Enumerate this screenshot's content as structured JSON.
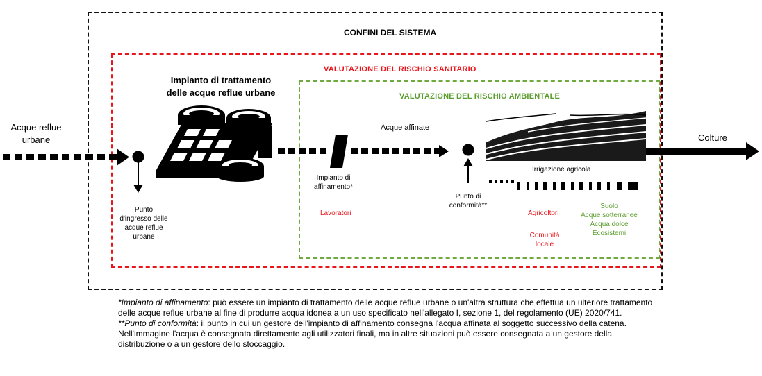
{
  "system_boundary": {
    "label": "CONFINI DEL SISTEMA"
  },
  "health_risk": {
    "label": "VALUTAZIONE DEL RISCHIO SANITARIO"
  },
  "environmental_risk": {
    "label": "VALUTAZIONE DEL RISCHIO AMBIENTALE"
  },
  "input": {
    "line1": "Acque reflue",
    "line2": "urbane"
  },
  "output": {
    "label": "Colture"
  },
  "treatment_plant": {
    "line1": "Impianto di trattamento",
    "line2": "delle acque reflue urbane"
  },
  "entry_point": {
    "line1": "Punto",
    "line2": "d'ingresso  delle",
    "line3": "acque  reflue",
    "line4": "urbane"
  },
  "reclamation_plant": {
    "line1": "Impianto  di",
    "line2": "affinamento*"
  },
  "reclaimed_water": {
    "label": "Acque  affinate"
  },
  "compliance_point": {
    "line1": "Punto  di",
    "line2": "conformità**"
  },
  "irrigation": {
    "label": "Irrigazione  agricola"
  },
  "receptors_health": {
    "workers": "Lavoratori",
    "farmers": "Agricoltori",
    "community_line1": "Comunità",
    "community_line2": "locale"
  },
  "receptors_env": {
    "soil": "Suolo",
    "groundwater": "Acque  sotterranee",
    "freshwater": "Acqua dolce",
    "ecosystems": "Ecosistemi"
  },
  "footnotes": {
    "note1_term": "*Impianto di affinamento",
    "note1_text": ": può essere un impianto di trattamento delle acque reflue urbane o un'altra struttura che effettua un ulteriore trattamento delle acque reflue urbane al fine di produrre acqua idonea a un uso specificato nell'allegato I, sezione 1, del regolamento (UE) 2020/741.",
    "note2_term": "**Punto di conformità",
    "note2_text": ": il punto in cui un gestore dell'impianto di affinamento consegna l'acqua affinata al soggetto successivo della catena. Nell'immagine l'acqua è consegnata direttamente agli utilizzatori finali, ma in altre situazioni può essere consegnata a un gestore della distribuzione o a un gestore dello stoccaggio."
  },
  "colors": {
    "health": "#e8151b",
    "environment": "#5a9e2e",
    "system": "#111111"
  },
  "icons": [
    "treatment-plant-icon",
    "reclamation-plant-icon",
    "agricultural-landscape-icon"
  ]
}
